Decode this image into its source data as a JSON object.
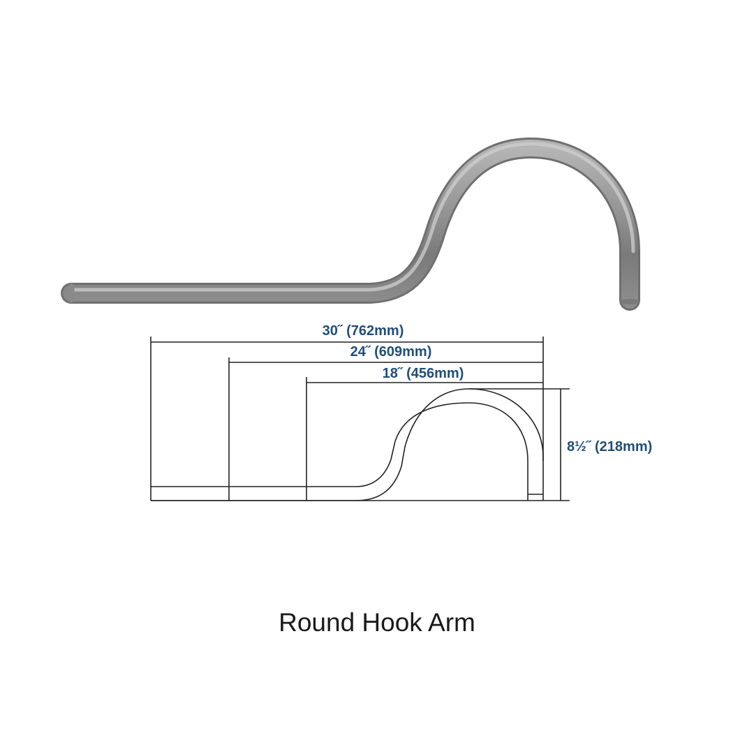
{
  "colors": {
    "background": "#ffffff",
    "dimension_text": "#1f4e79",
    "drawing_lines": "#222222",
    "pipe_dark": "#6e6e6e",
    "pipe_mid": "#a0a0a0",
    "pipe_light": "#d9d9d9",
    "caption_text": "#1a1a1a"
  },
  "dimensions": {
    "overall": "30˝ (762mm)",
    "middle": "24˝ (609mm)",
    "inner": "18˝ (456mm)",
    "height": "8½˝ (218mm)"
  },
  "caption": "Round Hook Arm"
}
